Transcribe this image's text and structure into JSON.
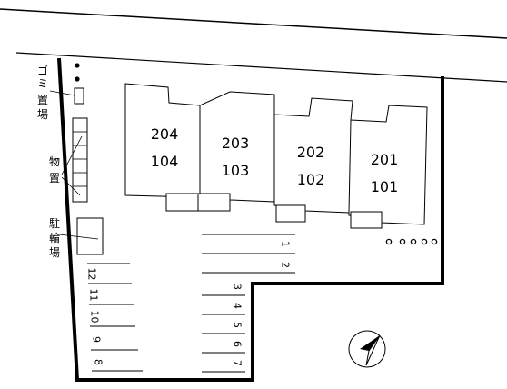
{
  "labels": {
    "garbage": [
      "ゴ",
      "ミ",
      "置",
      "場"
    ],
    "storage": [
      "物",
      "置"
    ],
    "bicycle": [
      "駐",
      "輪",
      "場"
    ]
  },
  "units": [
    {
      "upper": "204",
      "lower": "104"
    },
    {
      "upper": "203",
      "lower": "103"
    },
    {
      "upper": "202",
      "lower": "102"
    },
    {
      "upper": "201",
      "lower": "101"
    }
  ],
  "parking_right": [
    "1",
    "2"
  ],
  "parking_center": [
    "3",
    "4",
    "5",
    "6",
    "7"
  ],
  "parking_left": [
    "12",
    "11",
    "10",
    "9",
    "8"
  ],
  "compass": {
    "icon": "north-arrow-icon"
  }
}
